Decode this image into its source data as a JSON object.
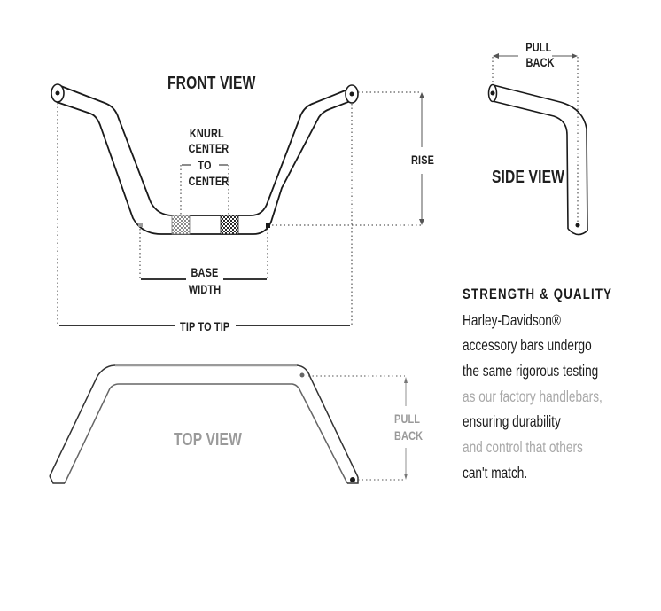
{
  "diagram": {
    "subject": "Motorcycle handlebar measurement guide",
    "views": {
      "front": {
        "title": "FRONT VIEW",
        "labels": {
          "knurl_line1": "KNURL",
          "knurl_line2": "CENTER",
          "knurl_line3": "TO",
          "knurl_line4": "CENTER",
          "base_line1": "BASE",
          "base_line2": "WIDTH",
          "tip_to_tip": "TIP TO TIP",
          "rise": "RISE"
        }
      },
      "side": {
        "title": "SIDE VIEW",
        "labels": {
          "pull_line1": "PULL",
          "pull_line2": "BACK"
        }
      },
      "top": {
        "title": "TOP VIEW",
        "labels": {
          "pull_line1": "PULL",
          "pull_line2": "BACK"
        }
      }
    },
    "colors": {
      "line": "#1a1a1a",
      "dim_line": "#555555",
      "muted_text": "#9a9a9a",
      "knurl": "#3a3a3a"
    }
  },
  "copy": {
    "heading": "STRENGTH & QUALITY",
    "lines": [
      "Harley-Davidson®",
      "accessory bars undergo",
      "the same rigorous testing",
      "as our factory handlebars,",
      "ensuring durability",
      "and control that others",
      "can't match."
    ]
  }
}
